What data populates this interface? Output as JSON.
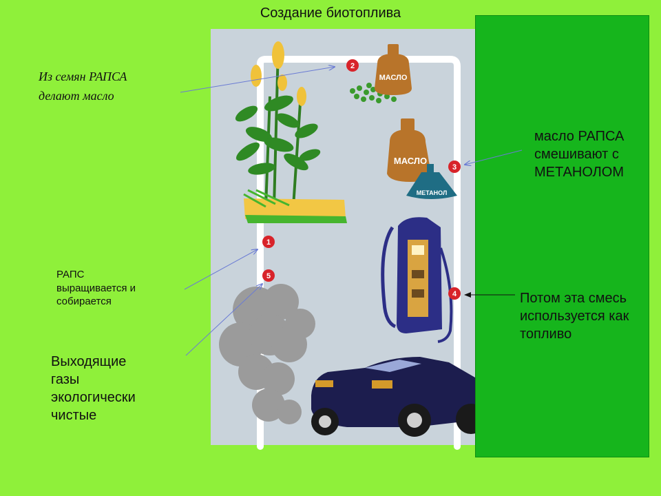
{
  "title": "Создание биотоплива",
  "labels": {
    "seeds": [
      "Из семян РАПСА",
      "делают масло"
    ],
    "grown": [
      "РАПС",
      "выращивается и",
      "собирается"
    ],
    "exhaust": [
      "Выходящие",
      "газы",
      "экологически",
      "чистые"
    ],
    "mix": [
      "масло РАПСА",
      "смешивают с",
      "МЕТАНОЛОМ"
    ],
    "fuel": [
      "Потом эта смесь",
      "используется как",
      "топливо"
    ]
  },
  "steps": [
    "1",
    "2",
    "3",
    "4",
    "5"
  ],
  "jars": {
    "oil": "МАСЛО",
    "methanol": "МЕТАНОЛ"
  },
  "colors": {
    "background": "#8ff03a",
    "box": "#16b51c",
    "step": "#d8232a",
    "oil": "#b8742a",
    "methanol": "#1f6d84"
  }
}
